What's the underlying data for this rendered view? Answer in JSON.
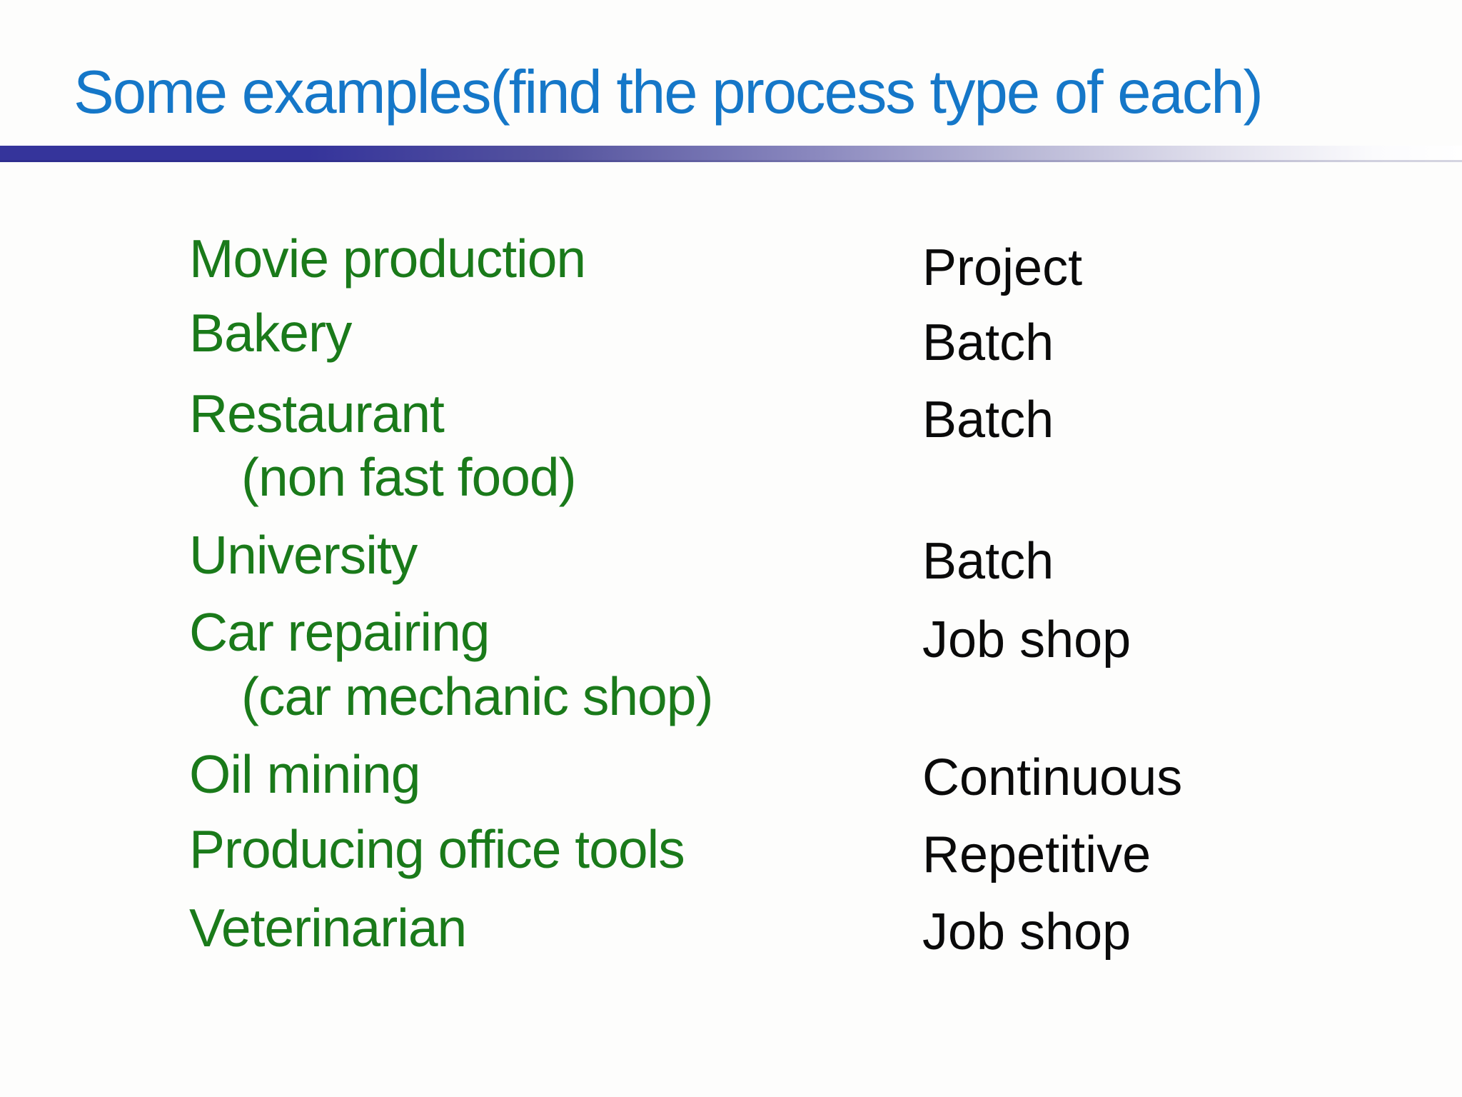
{
  "slide": {
    "title": "Some examples(find the process type of each)",
    "colors": {
      "title_blue": "#1577c8",
      "item_green": "#1a7a1a",
      "process_black": "#0a0a0a",
      "underline_bar_blue": "#35349b"
    },
    "examples": [
      {
        "name": "Movie production",
        "note": "",
        "process": "Project"
      },
      {
        "name": "Bakery",
        "note": "",
        "process": "Batch"
      },
      {
        "name": "Restaurant",
        "note": "(non fast food)",
        "process": "Batch"
      },
      {
        "name": "University",
        "note": "",
        "process": "Batch"
      },
      {
        "name": "Car repairing",
        "note": "(car mechanic shop)",
        "process": "Job shop"
      },
      {
        "name": "Oil mining",
        "note": "",
        "process": "Continuous"
      },
      {
        "name": "Producing office tools",
        "note": "",
        "process": "Repetitive"
      },
      {
        "name": "Veterinarian",
        "note": "",
        "process": "Job shop"
      }
    ]
  }
}
